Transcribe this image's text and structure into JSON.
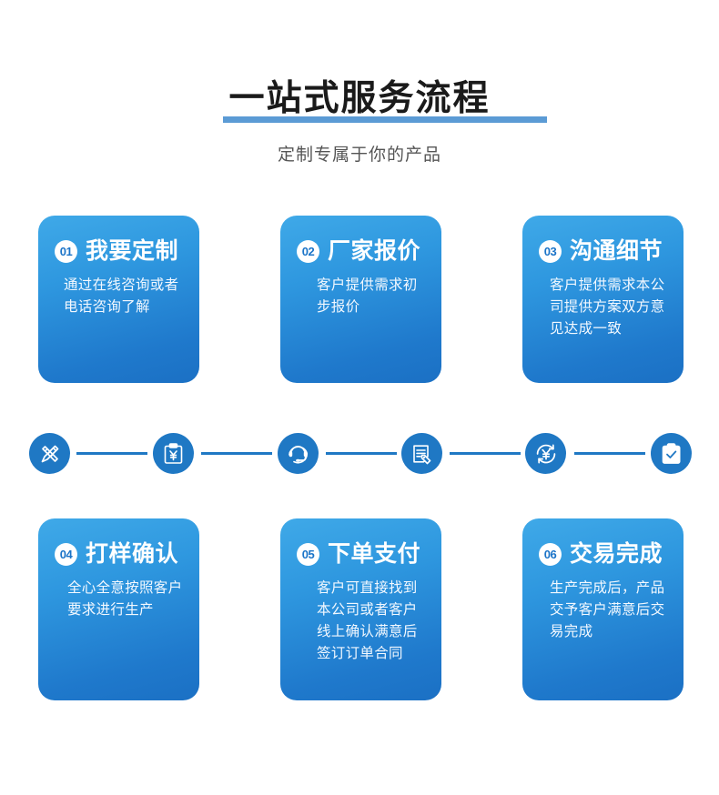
{
  "header": {
    "title": "一站式服务流程",
    "subtitle": "定制专属于你的产品",
    "accent_color": "#5b9bd5"
  },
  "theme": {
    "card_gradient_top": "#3fa9e8",
    "card_gradient_bottom": "#1b70c4",
    "icon_blue": "#1f78c4",
    "title_color": "#1a1a1a",
    "subtitle_color": "#555555"
  },
  "steps": [
    {
      "number": "01",
      "title": "我要定制",
      "body": "通过在线咨询或者电话咨询了解",
      "icon": "pen-ruler-icon"
    },
    {
      "number": "02",
      "title": "厂家报价",
      "body": "客户提供需求初步报价",
      "icon": "clipboard-yuan-icon"
    },
    {
      "number": "03",
      "title": "沟通细节",
      "body": "客户提供需求本公司提供方案双方意见达成一致",
      "icon": "headset-icon"
    },
    {
      "number": "04",
      "title": "打样确认",
      "body": "全心全意按照客户要求进行生产",
      "icon": "document-tag-icon"
    },
    {
      "number": "05",
      "title": "下单支付",
      "body": "客户可直接找到本公司或者客户线上确认满意后签订订单合同",
      "icon": "yuan-refresh-icon"
    },
    {
      "number": "06",
      "title": "交易完成",
      "body": "生产完成后，产品交予客户满意后交易完成",
      "icon": "clipboard-check-icon"
    }
  ]
}
